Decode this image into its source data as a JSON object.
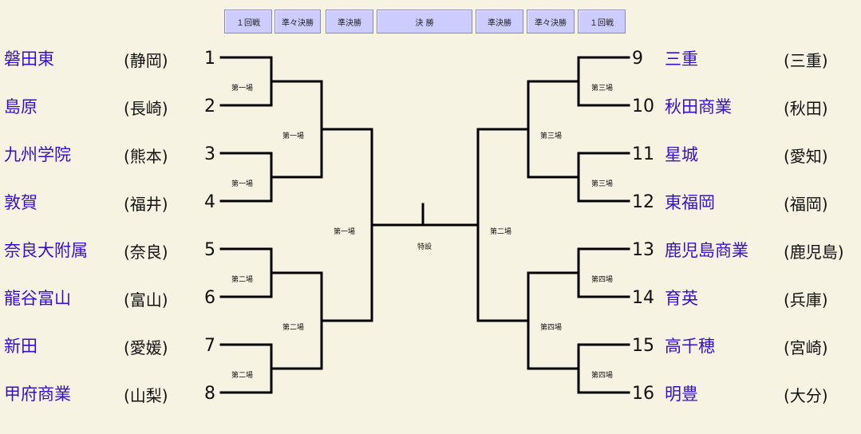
{
  "rounds": [
    "１回戦",
    "準々決勝",
    "準決勝",
    "決 勝",
    "準決勝",
    "準々決勝",
    "１回戦"
  ],
  "left": [
    {
      "seed": "1",
      "team": "磐田東",
      "pref": "(静岡)"
    },
    {
      "seed": "2",
      "team": "島原",
      "pref": "(長崎)"
    },
    {
      "seed": "3",
      "team": "九州学院",
      "pref": "(熊本)"
    },
    {
      "seed": "4",
      "team": "敦賀",
      "pref": "(福井)"
    },
    {
      "seed": "5",
      "team": "奈良大附属",
      "pref": "(奈良)"
    },
    {
      "seed": "6",
      "team": "龍谷富山",
      "pref": "(富山)"
    },
    {
      "seed": "7",
      "team": "新田",
      "pref": "(愛媛)"
    },
    {
      "seed": "8",
      "team": "甲府商業",
      "pref": "(山梨)"
    }
  ],
  "right": [
    {
      "seed": "9",
      "team": "三重",
      "pref": "(三重)"
    },
    {
      "seed": "10",
      "team": "秋田商業",
      "pref": "(秋田)"
    },
    {
      "seed": "11",
      "team": "星城",
      "pref": "(愛知)"
    },
    {
      "seed": "12",
      "team": "東福岡",
      "pref": "(福岡)"
    },
    {
      "seed": "13",
      "team": "鹿児島商業",
      "pref": "(鹿児島)"
    },
    {
      "seed": "14",
      "team": "育英",
      "pref": "(兵庫)"
    },
    {
      "seed": "15",
      "team": "高千穂",
      "pref": "(宮崎)"
    },
    {
      "seed": "16",
      "team": "明豊",
      "pref": "(大分)"
    }
  ],
  "venues": {
    "left_r1": [
      "第一場",
      "第一場",
      "第二場",
      "第二場"
    ],
    "left_qf": [
      "第一場",
      "第二場"
    ],
    "left_sf": "第一場",
    "final": "特設",
    "right_sf": "第二場",
    "right_qf": [
      "第三場",
      "第四場"
    ],
    "right_r1": [
      "第三場",
      "第三場",
      "第四場",
      "第四場"
    ]
  }
}
